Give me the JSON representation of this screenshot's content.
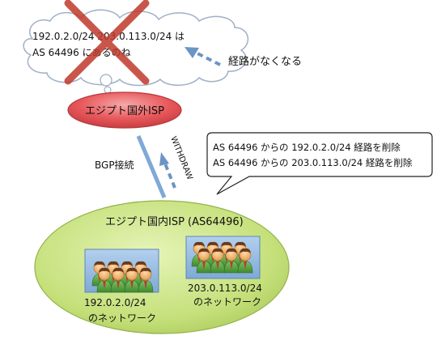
{
  "thought_cloud": {
    "line1": "192.0.2.0/24 203.0.113.0/24 は",
    "line2": "AS 64496 にあるのね",
    "crossed_out": true
  },
  "route_gone_label": "経路がなくなる",
  "external_isp": {
    "label": "エジプト国外ISP"
  },
  "bgp_label": "BGP接続",
  "withdraw_label": "WITHDRAW",
  "callout": {
    "line1": "AS 64496 からの 192.0.2.0/24 経路を削除",
    "line2": "AS 64496 からの 203.0.113.0/24 経路を削除"
  },
  "domestic_isp": {
    "label": "エジプト国内ISP (AS64496)",
    "networks": [
      {
        "prefix": "192.0.2.0/24",
        "caption": "のネットワーク"
      },
      {
        "prefix": "203.0.113.0/24",
        "caption": "のネットワーク"
      }
    ]
  },
  "colors": {
    "external_isp_fill": "#e8595c",
    "domestic_isp_fill": "#c5e07a",
    "arrow": "#6b95c4",
    "cross": "#c0392b"
  }
}
